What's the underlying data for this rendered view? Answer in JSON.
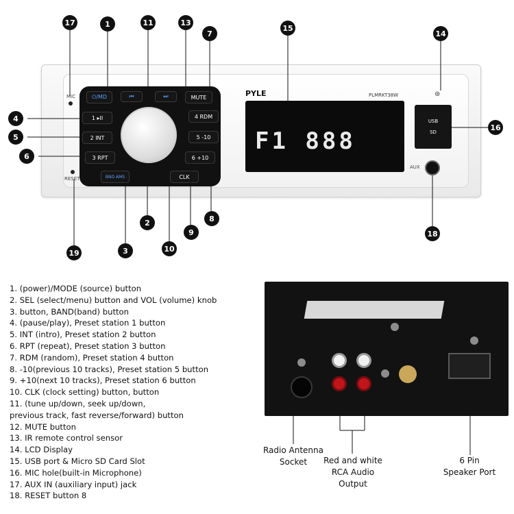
{
  "unit": {
    "brand": "PYLE",
    "model": "PLMRKT38W",
    "display_text": "F1 888",
    "buttons": {
      "mode": "⏻/MD",
      "prev": "⏮",
      "next": "⏭",
      "mute": "MUTE",
      "p1": "1 ▸II",
      "p2": "2 INT",
      "p3": "3 RPT",
      "p4": "4 RDM",
      "p5": "5 -10",
      "p6": "6 +10",
      "band": "BND AMS",
      "clk": "CLK"
    },
    "labels": {
      "mic": "MIC",
      "reset": "RESET",
      "usb": "USB",
      "sd": "SD",
      "aux": "AUX"
    }
  },
  "callouts": [
    "1",
    "2",
    "3",
    "4",
    "5",
    "6",
    "7",
    "8",
    "9",
    "10",
    "11",
    "13",
    "14",
    "15",
    "16",
    "17",
    "18",
    "19"
  ],
  "legend": [
    "1. (power)/MODE (source) button",
    "2. SEL (select/menu) button and VOL (volume) knob",
    "3. button, BAND(band) button",
    "4. (pause/play), Preset station 1 button",
    "5. INT (intro), Preset station 2 button",
    "6. RPT (repeat), Preset station 3 button",
    "7. RDM (random), Preset station 4 button",
    "8. -10(previous 10 tracks), Preset station 5 button",
    "9. +10(next 10 tracks), Preset station 6 button",
    "10. CLK (clock setting) button, button",
    "11. (tune up/down, seek up/down,",
    "previous track, fast reverse/forward) button",
    "12. MUTE button",
    "13. IR remote control sensor",
    "14. LCD Display",
    "15. USB port & Micro SD Card Slot",
    "16. MIC hole(built-in Microphone)",
    "17. AUX IN (auxiliary input) jack",
    "18. RESET button 8"
  ],
  "rear": {
    "antenna": "Radio Antenna\nSocket",
    "rca": "Red and white\nRCA Audio\nOutput",
    "speaker": "6 Pin\nSpeaker Port"
  }
}
